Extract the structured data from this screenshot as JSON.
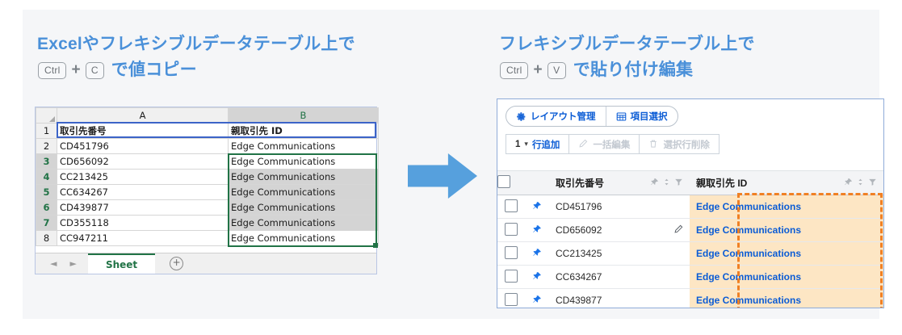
{
  "left": {
    "heading_line1": "Excelやフレキシブルデータテーブル上で",
    "key1": "Ctrl",
    "plus": "+",
    "key2": "C",
    "heading_line2_tail": "で値コピー",
    "excel": {
      "corner": "",
      "columns": [
        "A",
        "B"
      ],
      "header_row": [
        "取引先番号",
        "親取引先 ID"
      ],
      "row_numbers": [
        "1",
        "2",
        "3",
        "4",
        "5",
        "6",
        "7",
        "8"
      ],
      "rows": [
        {
          "num": "2",
          "a": "CD451796",
          "b": "Edge Communications"
        },
        {
          "num": "3",
          "a": "CD656092",
          "b": "Edge Communications"
        },
        {
          "num": "4",
          "a": "CC213425",
          "b": "Edge Communications"
        },
        {
          "num": "5",
          "a": "CC634267",
          "b": "Edge Communications"
        },
        {
          "num": "6",
          "a": "CD439877",
          "b": "Edge Communications"
        },
        {
          "num": "7",
          "a": "CD355118",
          "b": "Edge Communications"
        },
        {
          "num": "8",
          "a": "CC947211",
          "b": "Edge Communications"
        }
      ],
      "sheet_tab": "Sheet",
      "nav_prev": "◄",
      "nav_next": "►",
      "add_sheet": "+"
    }
  },
  "arrow": {
    "direction": "right",
    "color": "#56a0dd"
  },
  "right": {
    "heading_line1": "フレキシブルデータテーブル上で",
    "key1": "Ctrl",
    "plus": "+",
    "key2": "V",
    "heading_line2_tail": "で貼り付け編集",
    "toolbar": {
      "layout_manage": "レイアウト管理",
      "column_select": "項目選択"
    },
    "actions": {
      "row_count": "1",
      "chevron": "▾",
      "add_row": "行追加",
      "bulk_edit": "一括編集",
      "delete_rows": "選択行削除"
    },
    "table": {
      "headers": [
        "取引先番号",
        "親取引先 ID"
      ],
      "header_icons": [
        "pin-icon",
        "sort-icon",
        "filter-icon"
      ],
      "rows": [
        {
          "num": "CD451796",
          "parent": "Edge Communications",
          "edit": false
        },
        {
          "num": "CD656092",
          "parent": "Edge Communications",
          "edit": true
        },
        {
          "num": "CC213425",
          "parent": "Edge Communications",
          "edit": false
        },
        {
          "num": "CC634267",
          "parent": "Edge Communications",
          "edit": false
        },
        {
          "num": "CD439877",
          "parent": "Edge Communications",
          "edit": false
        }
      ]
    }
  },
  "colors": {
    "heading_blue": "#4a90d9",
    "link_blue": "#0b5cd5",
    "paste_highlight": "#fde6c4",
    "paste_border": "#f08024",
    "excel_green": "#217346",
    "card_bg": "#f5f6f8"
  }
}
